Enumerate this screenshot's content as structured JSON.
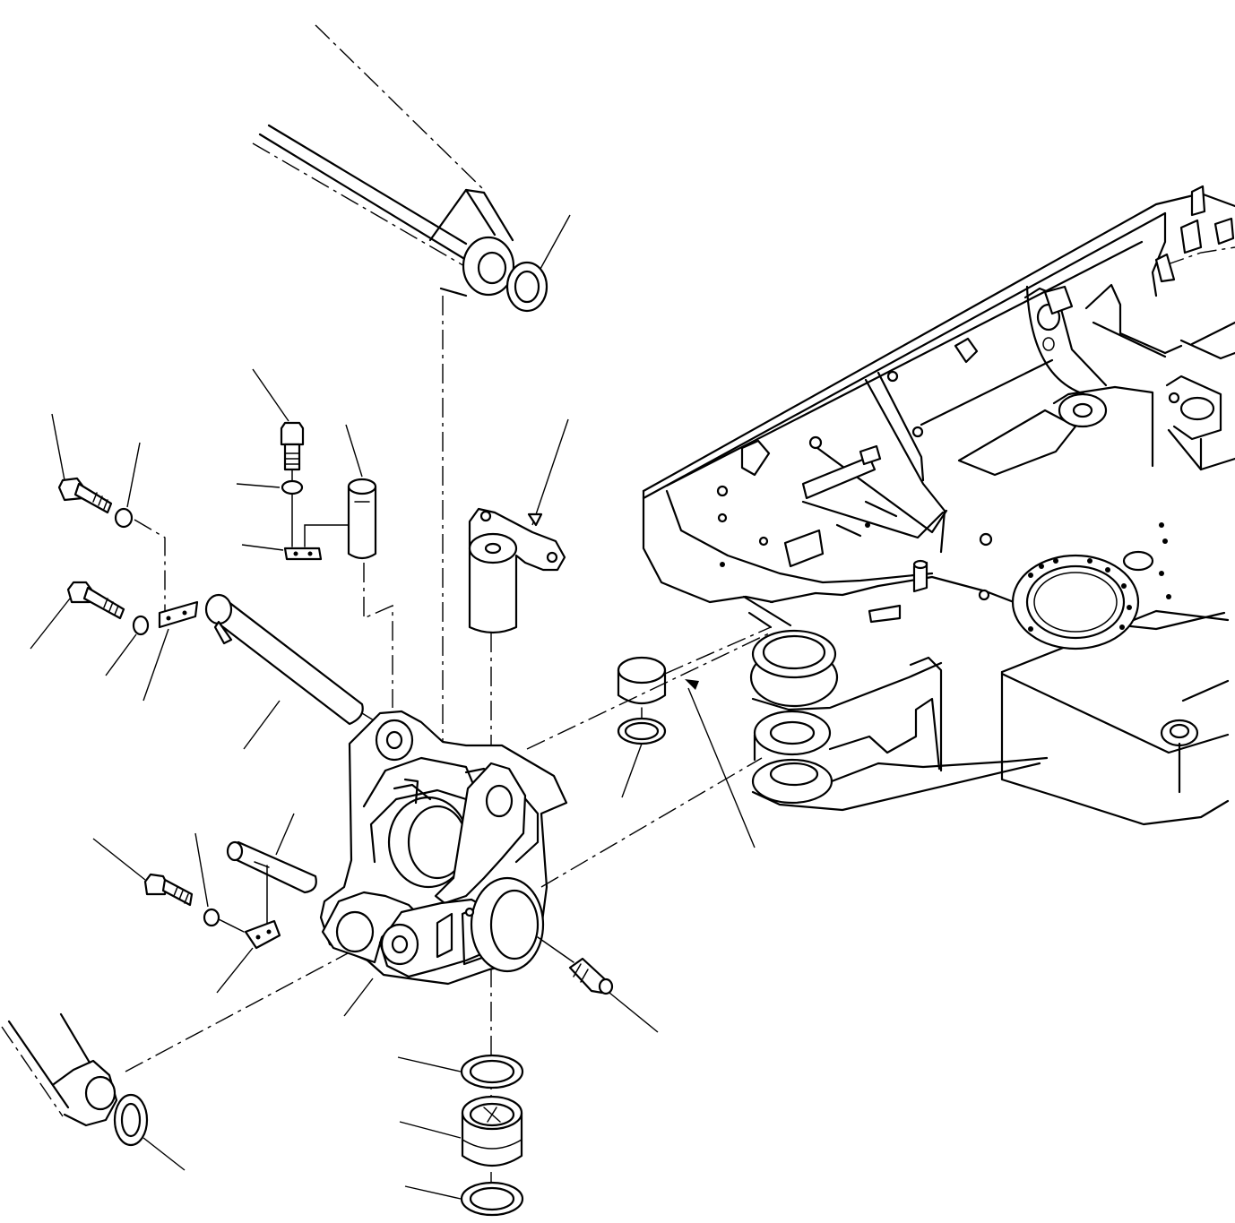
{
  "diagram": {
    "background": "#ffffff",
    "ink": "#000000",
    "parts": [
      {
        "name": "boom-arm"
      },
      {
        "name": "thrust-washer"
      },
      {
        "name": "swing-bracket"
      },
      {
        "name": "main-pin"
      },
      {
        "name": "bolt"
      },
      {
        "name": "washer"
      },
      {
        "name": "lock-plate"
      },
      {
        "name": "pin"
      },
      {
        "name": "grease-fitting"
      },
      {
        "name": "bushing"
      },
      {
        "name": "seal-ring"
      },
      {
        "name": "flanged-bushing"
      },
      {
        "name": "revolving-frame"
      },
      {
        "name": "cylinder"
      }
    ]
  }
}
